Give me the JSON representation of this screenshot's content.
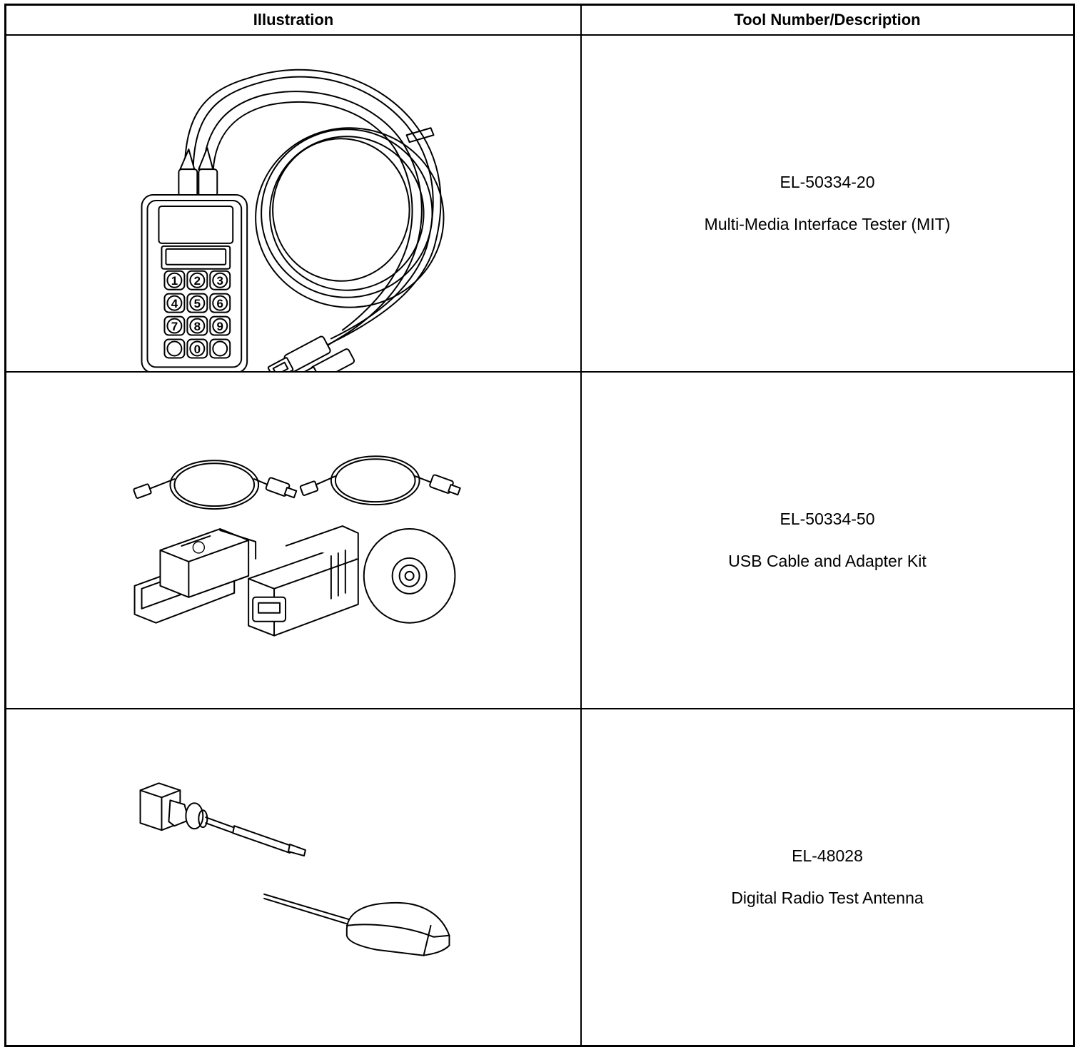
{
  "table": {
    "headers": {
      "illustration": "Illustration",
      "tool": "Tool Number/Description"
    },
    "rows": [
      {
        "tool_number": "EL-50334-20",
        "description": "Multi-Media Interface Tester (MIT)",
        "keypad": [
          "1",
          "2",
          "3",
          "4",
          "5",
          "6",
          "7",
          "8",
          "9",
          "",
          "0",
          ""
        ]
      },
      {
        "tool_number": "EL-50334-50",
        "description": "USB Cable and Adapter Kit"
      },
      {
        "tool_number": "EL-48028",
        "description": "Digital Radio Test Antenna"
      }
    ]
  }
}
